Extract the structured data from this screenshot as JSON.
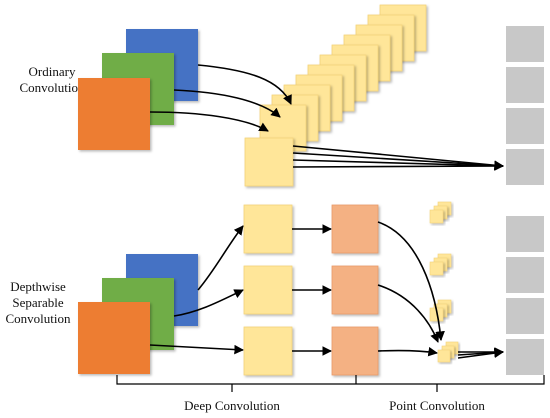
{
  "labels": {
    "ordinary": [
      "Ordinary",
      "Convolution"
    ],
    "depthwise": [
      "Depthwise",
      "Separable",
      "Convolution"
    ],
    "deep": "Deep Convolution",
    "point": "Point Convolution"
  },
  "colors": {
    "blue": "#4472c4",
    "green": "#70ad47",
    "orange": "#ed7d31",
    "kernel": "#ffe699",
    "kernel_edge": "#f4d47a",
    "salmon": "#f4b183",
    "output": "#c8c8c8",
    "arrow": "#000000",
    "bracket": "#000000"
  }
}
